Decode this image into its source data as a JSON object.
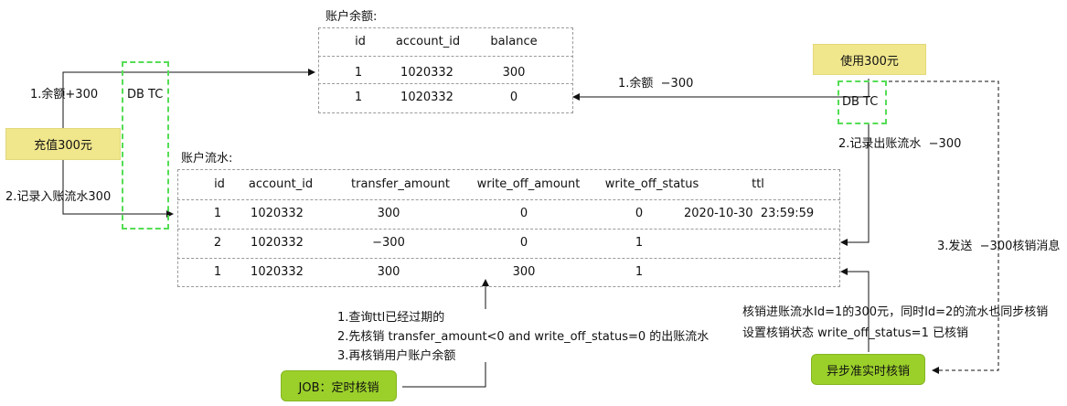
{
  "balance_table": {
    "title": "账户余额:",
    "headers": [
      "id",
      "account_id",
      "balance"
    ],
    "rows": [
      [
        "1",
        "1020332",
        "300"
      ],
      [
        "1",
        "1020332",
        "0"
      ]
    ]
  },
  "flow_table": {
    "title": "账户流水:",
    "headers": [
      "id",
      "account_id",
      "transfer_amount",
      "write_off_amount",
      "write_off_status",
      "ttl"
    ],
    "rows": [
      [
        "1",
        "1020332",
        "300",
        "0",
        "0",
        "2020-10-30  23:59:59"
      ],
      [
        "2",
        "1020332",
        "−300",
        "0",
        "1",
        ""
      ],
      [
        "1",
        "1020332",
        "300",
        "300",
        "1",
        ""
      ]
    ]
  },
  "left": {
    "db_tc": "DB TC",
    "recharge": "充值300元",
    "step1": "1.余额+300",
    "step2": "2.记录入账流水300"
  },
  "right": {
    "use": "使用300元",
    "db_tc": "DB TC",
    "step1": "1.余额  −300",
    "step2": "2.记录出账流水  −300",
    "step3": "3.发送  −300核销消息",
    "async_line1": "核销进账流水Id=1的300元，同时Id=2的流水也同步核销",
    "async_line2": "设置核销状态 write_off_status=1 已核销",
    "async_box": "异步准实时核销"
  },
  "job": {
    "line1": "1.查询ttl已经过期的",
    "line2": "2.先核销 transfer_amount<0 and write_off_status=0 的出账流水",
    "line3": "3.再核销用户账户余额",
    "box": "JOB：定时核销"
  },
  "colors": {
    "yellow": "#f0e68c",
    "green_pill": "#9bd02a",
    "green_dash": "#55dd55",
    "line": "#111111",
    "dashed": "#9a9a9a"
  }
}
